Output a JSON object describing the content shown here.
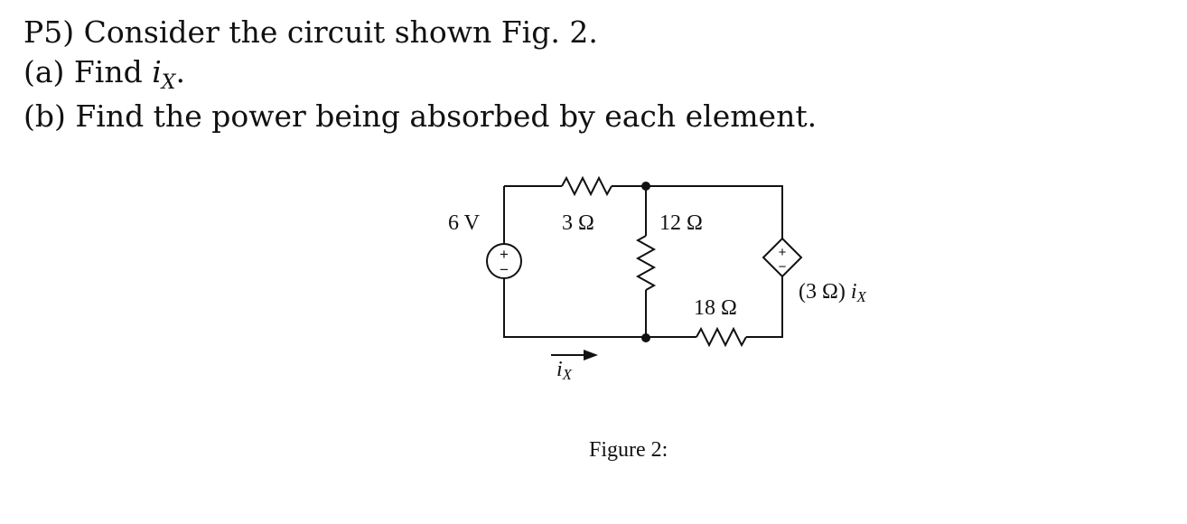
{
  "problem": {
    "title": "P5) Consider the circuit shown Fig. 2.",
    "part_a_prefix": "(a) Find ",
    "part_a_var": "i",
    "part_a_sub": "X",
    "part_a_suffix": ".",
    "part_b": "(b) Find the power being absorbed by each element."
  },
  "circuit": {
    "source_v_label": "6 V",
    "r1_label": "3 Ω",
    "r2_label": "12 Ω",
    "r3_label": "18 Ω",
    "dep_label_prefix": "(3 Ω) ",
    "dep_var": "i",
    "dep_sub": "X",
    "ix_var": "i",
    "ix_sub": "X",
    "plus": "+",
    "minus": "−"
  },
  "figure_caption": "Figure 2:"
}
